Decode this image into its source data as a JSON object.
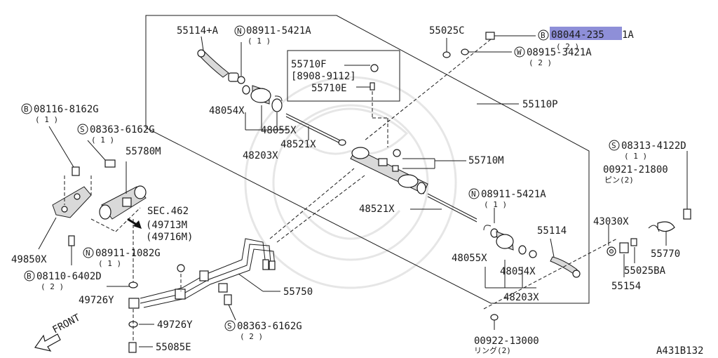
{
  "diagram": {
    "labels": {
      "p55114a": "55114+A",
      "n08911_5421a_top": "08911-5421A",
      "n08911_5421a_top_qty": "( 1 )",
      "p48054x_top": "48054X",
      "p48055x_top": "48055X",
      "p48203x_top": "48203X",
      "p48521x_top": "48521X",
      "p55710f": "55710F",
      "p55710f_range": "[8908-9112]",
      "p55710e": "55710E",
      "p55025c": "55025C",
      "b08044_prefix": "08044-235",
      "b08044_suffix": "1A",
      "b08044_qty": "( 2 )",
      "w08915": "08915-3421A",
      "w08915_qty": "( 2 )",
      "p55110p": "55110P",
      "p55710m": "55710M",
      "p48521x_mid": "48521X",
      "n08911_5421a_mid": "08911-5421A",
      "n08911_5421a_mid_qty": "( 1 )",
      "p55114": "55114",
      "p48055x_bot": "48055X",
      "p48054x_bot": "48054X",
      "p48203x_bot": "48203X",
      "b08116": "08116-8162G",
      "b08116_qty": "( 1 )",
      "s08363_top": "08363-6162G",
      "s08363_top_qty": "( 1 )",
      "p55780m": "55780M",
      "sec462": "SEC.462",
      "p49713m": "(49713M",
      "p49716m": "(49716M)",
      "p49850x": "49850X",
      "b08110": "08110-6402D",
      "b08110_qty": "( 2 )",
      "n08911_1082g": "08911-1082G",
      "n08911_1082g_qty": "( 1 )",
      "p49726y_left": "49726Y",
      "p49726y_right": "49726Y",
      "p55085e": "55085E",
      "p55750": "55750",
      "s08363_bot": "08363-6162G",
      "s08363_bot_qty": "( 2 )",
      "s08313": "08313-4122D",
      "s08313_qty": "( 1 )",
      "p00921": "00921-21800",
      "p00921_sub": "ピン(2)",
      "p43030x": "43030X",
      "p55770": "55770",
      "p55025ba": "55025BA",
      "p55154": "55154",
      "p00922": "00922-13000",
      "p00922_sub": "リング(2)",
      "front": "FRONT",
      "diagram_id": "A431B132"
    },
    "markers": {
      "N": "N",
      "B": "B",
      "W": "W",
      "S": "S"
    }
  }
}
